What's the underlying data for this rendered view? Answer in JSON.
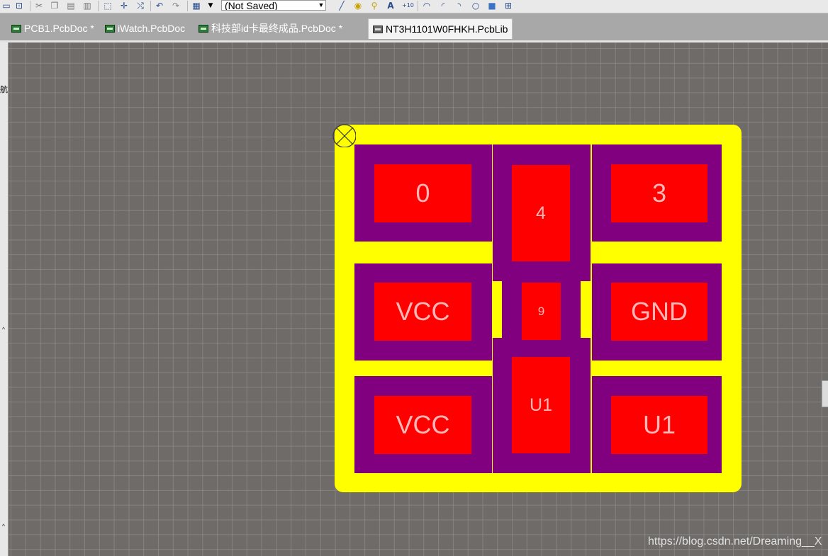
{
  "toolbar": {
    "combo_value": "(Not Saved)",
    "icons": [
      "zoom-icon",
      "cut-icon",
      "copy-icon",
      "paste-icon",
      "paste-special-icon",
      "select-rect-icon",
      "move-icon",
      "cross-select-icon",
      "undo-icon",
      "redo-icon",
      "grid-icon",
      "grid-dropdown-icon",
      "line-icon",
      "pad-icon",
      "via-icon",
      "text-icon",
      "string-icon",
      "arc-center-icon",
      "arc-edge-icon",
      "arc-any-icon",
      "circle-icon",
      "fill-icon",
      "array-icon"
    ]
  },
  "tabs": [
    {
      "label": "PCB1.PcbDoc *",
      "active": false
    },
    {
      "label": "iWatch.PcbDoc",
      "active": false
    },
    {
      "label": "科技部id卡最终成品.PcbDoc *",
      "active": false
    },
    {
      "label": "NT3H1101W0FHKH.PcbLib",
      "active": true
    }
  ],
  "left_panel": {
    "label": "航"
  },
  "colors": {
    "board_background": "#6f6b69",
    "component_outline": "#ffff00",
    "solder_mask": "#800080",
    "pad": "#ff0000",
    "pad_text": "#ffb6b6"
  },
  "pads": [
    {
      "id": "pad-0",
      "label": "0"
    },
    {
      "id": "pad-4",
      "label": "4"
    },
    {
      "id": "pad-3",
      "label": "3"
    },
    {
      "id": "pad-vcc-1",
      "label": "VCC"
    },
    {
      "id": "pad-9",
      "label": "9"
    },
    {
      "id": "pad-gnd",
      "label": "GND"
    },
    {
      "id": "pad-vcc-2",
      "label": "VCC"
    },
    {
      "id": "pad-u1-center",
      "label": "U1"
    },
    {
      "id": "pad-u1-right",
      "label": "U1"
    }
  ],
  "watermark": "https://blog.csdn.net/Dreaming__X"
}
